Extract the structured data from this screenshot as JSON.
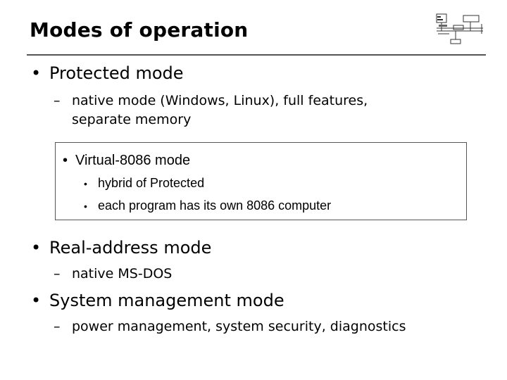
{
  "title": "Modes of operation",
  "items": [
    {
      "heading": "Protected mode",
      "subs": [
        "native mode (Windows, Linux), full features,",
        "separate memory"
      ]
    },
    {
      "heading": "Real-address mode",
      "subs": [
        "native MS-DOS"
      ]
    },
    {
      "heading": "System management mode",
      "subs": [
        "power management, system security, diagnostics"
      ]
    }
  ],
  "box": {
    "heading": "Virtual-8086 mode",
    "items": [
      "hybrid of Protected",
      "each program has its own 8086 computer"
    ]
  },
  "bullet_glyph": "•",
  "dash_glyph": "–"
}
